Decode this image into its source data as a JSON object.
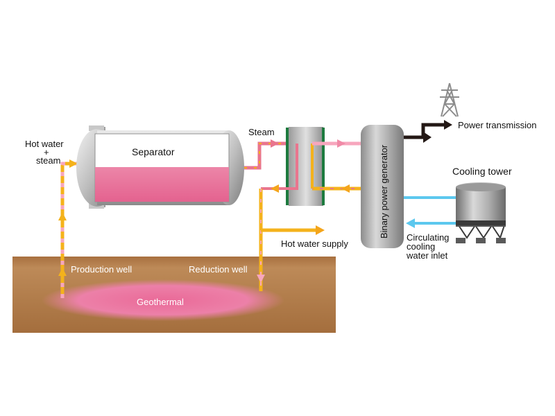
{
  "labels": {
    "hot_water_steam_line1": "Hot water",
    "hot_water_steam_line2": "+",
    "hot_water_steam_line3": "steam",
    "separator": "Separator",
    "steam": "Steam",
    "binary_power_generator": "Binary power generator",
    "power_transmission": "Power transmission",
    "cooling_tower": "Cooling tower",
    "hot_water_supply": "Hot water supply",
    "circulating_line1": "Circulating",
    "circulating_line2": "cooling",
    "circulating_line3": "water inlet",
    "production_well": "Production well",
    "reduction_well": "Reduction well",
    "geothermal": "Geothermal"
  },
  "colors": {
    "ground": "#b07a45",
    "geothermal_pool": "#e86b9a",
    "hot_line": "#f4b21b",
    "steam_line": "#e9758e",
    "cool_line": "#5cc8ee",
    "power_line": "#231815",
    "heat_exchanger_plate": "#1d7a3e",
    "separator_liquid": "#e9769b"
  },
  "icons": {
    "tower": "power-transmission-tower-icon"
  }
}
